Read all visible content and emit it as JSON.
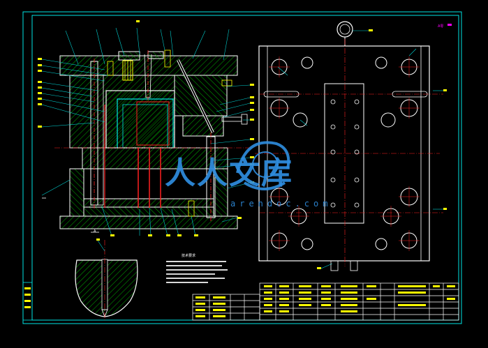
{
  "drawing": {
    "corner_mark": "A零",
    "section_mark": "A",
    "notes_title": "技术要求"
  },
  "watermark": {
    "text": "人人文库",
    "url": "arendoc.com"
  },
  "colors": {
    "background": "#000000",
    "frame": "#00e5e5",
    "outline": "#ffffff",
    "centerline": "#ff2020",
    "leader": "#00d0d0",
    "hatch": "#00b000",
    "fill_yellow": "#ffff00",
    "magenta": "#ff00ff",
    "watermark": "#2f8ee0"
  }
}
